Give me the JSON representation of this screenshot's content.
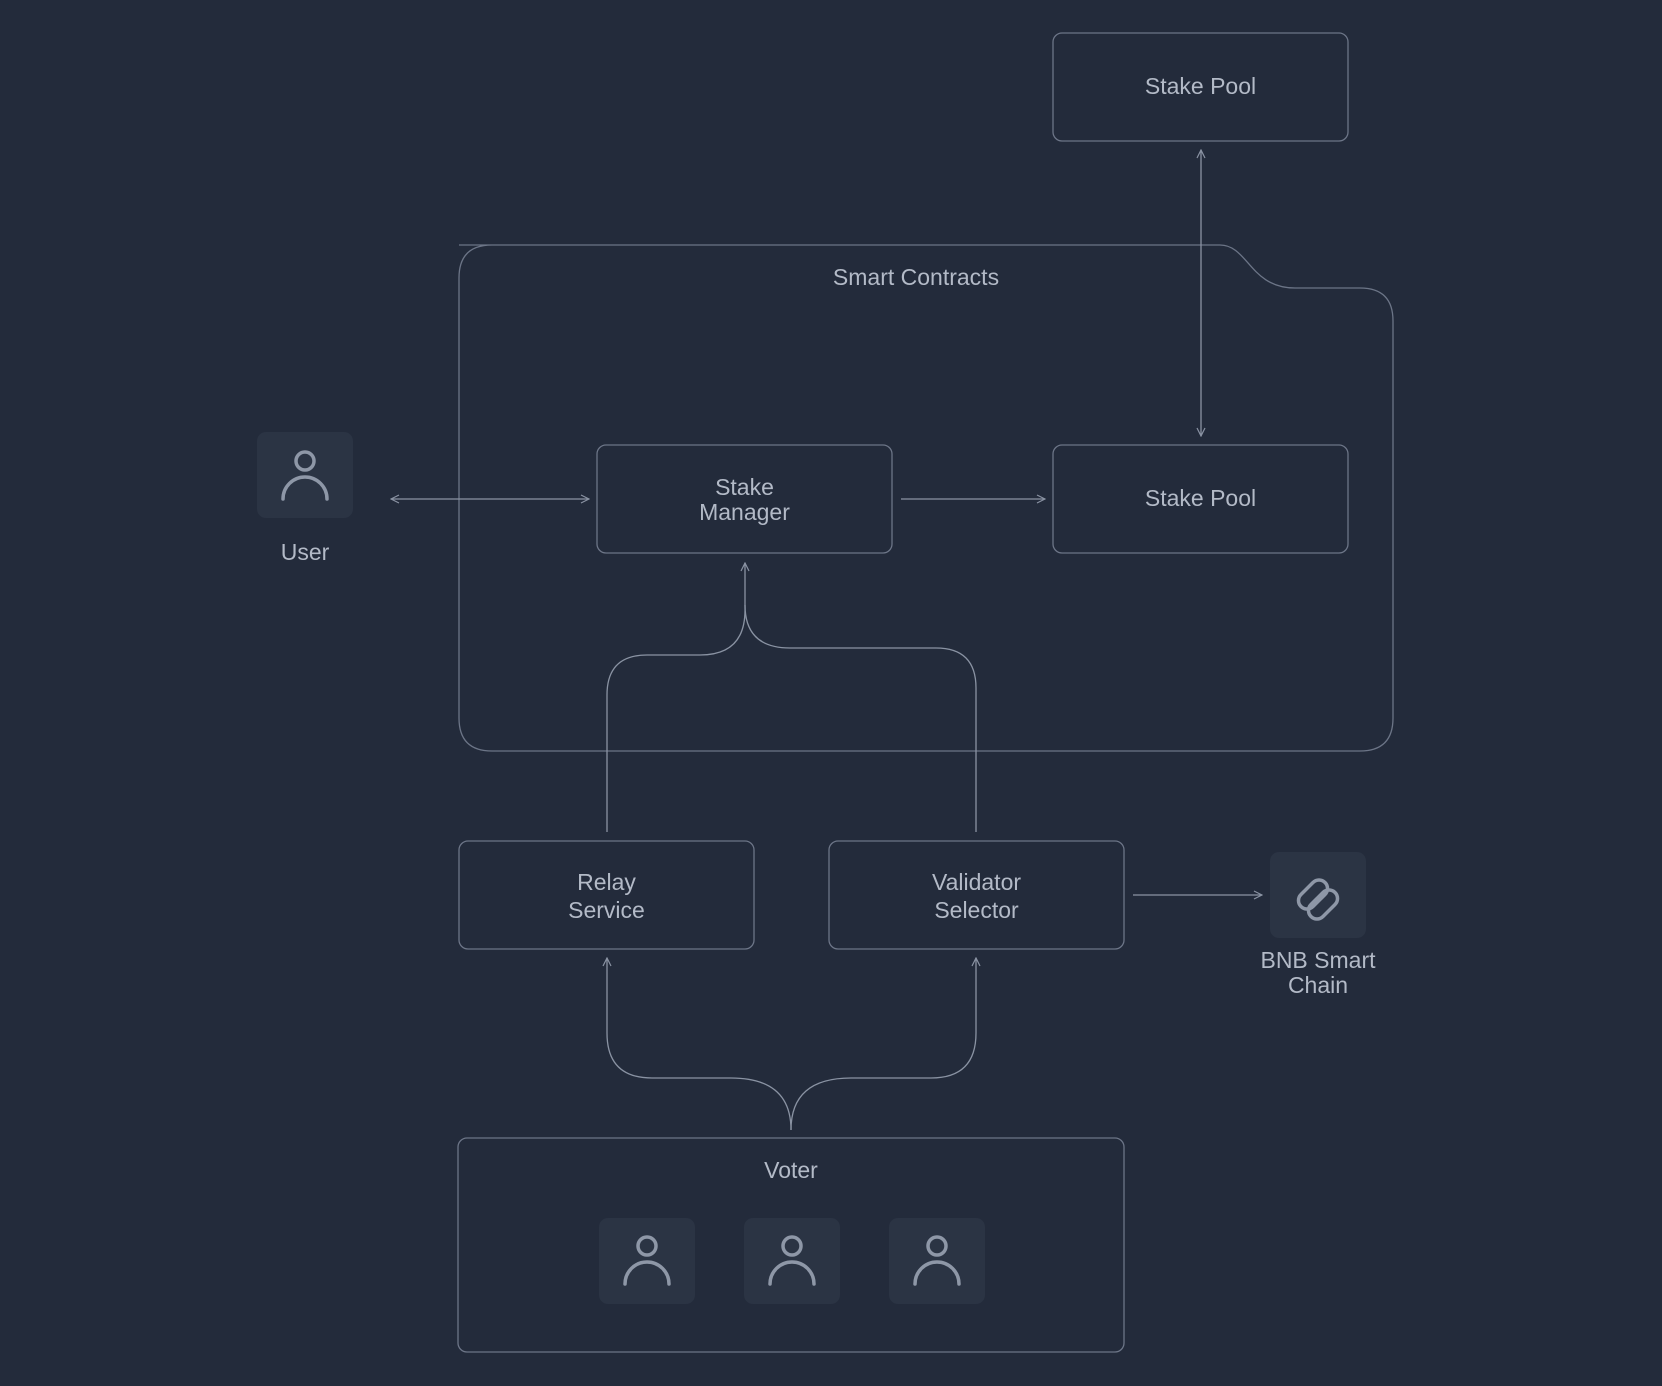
{
  "smart_contracts": {
    "label": "Smart Contracts"
  },
  "external_stake_pool": {
    "label": "Stake Pool"
  },
  "stake_manager": {
    "label": "Stake\nManager"
  },
  "internal_stake_pool": {
    "label": "Stake Pool"
  },
  "user": {
    "label": "User",
    "icon": "user-icon"
  },
  "relay_service": {
    "label": "Relay\nService"
  },
  "validator_selector": {
    "label": "Validator\nSelector"
  },
  "bnb_chain": {
    "label": "BNB Smart\nChain",
    "icon": "link-icon"
  },
  "voter": {
    "label": "Voter",
    "icons": [
      "user-icon",
      "user-icon",
      "user-icon"
    ]
  },
  "colors": {
    "background": "#232b3b",
    "stroke": "#6c7587",
    "text": "#b3bac7",
    "icon_tile": "#2b3444",
    "icon": "#8e97a7"
  }
}
